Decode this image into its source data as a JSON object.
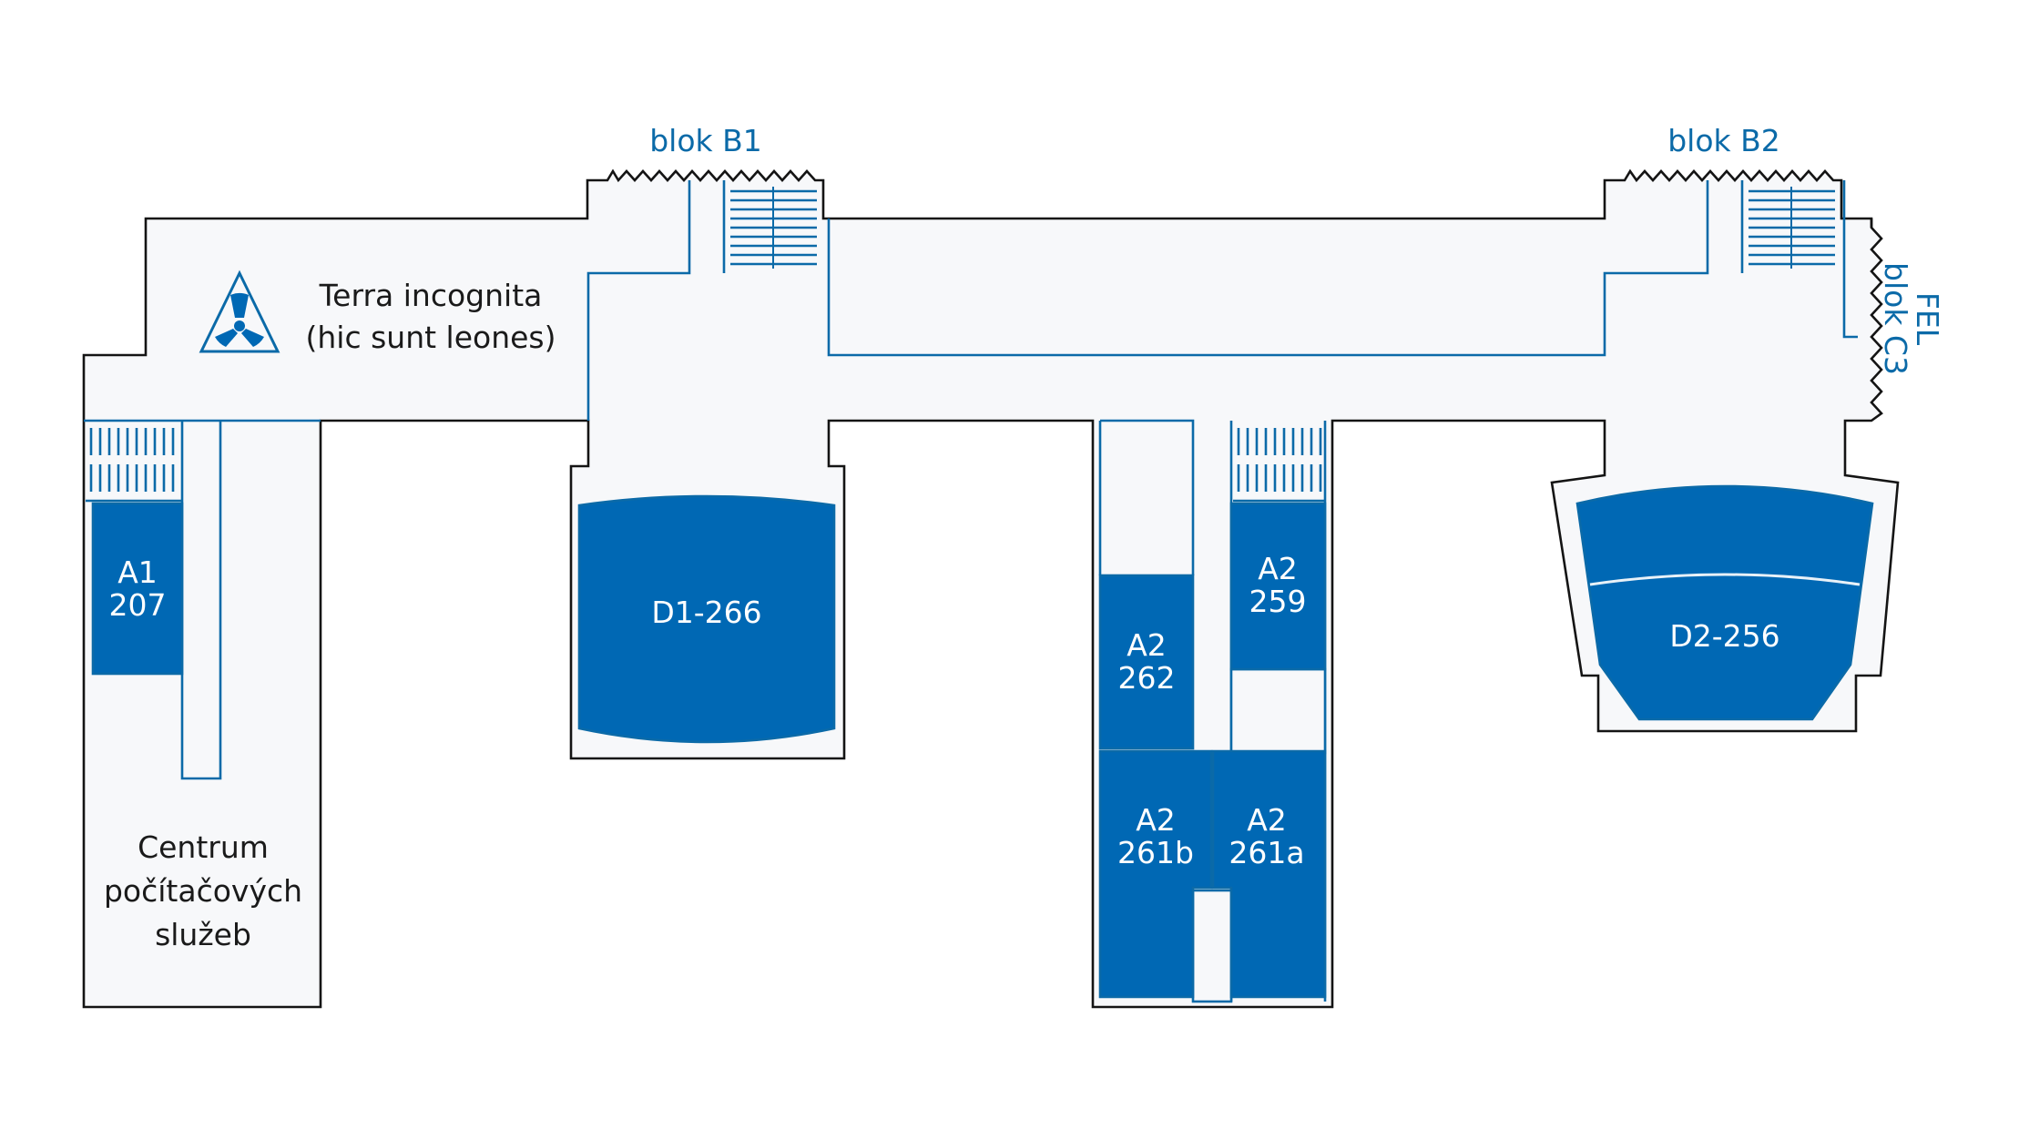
{
  "map": {
    "accent_color": "#0068b4",
    "line_color": "#0b6aa8",
    "wall_color": "#141414",
    "icon": "radiation-icon"
  },
  "blocks": {
    "b1": "blok B1",
    "b2": "blok B2",
    "c3_line1": "FEL",
    "c3_line2": "blok C3"
  },
  "areas": {
    "terra_line1": "Terra incognita",
    "terra_line2": "(hic sunt leones)",
    "centrum_line1": "Centrum",
    "centrum_line2": "počítačových",
    "centrum_line3": "služeb"
  },
  "rooms": {
    "a1_207": {
      "line1": "A1",
      "line2": "207"
    },
    "d1_266": {
      "line1": "D1-266"
    },
    "a2_262": {
      "line1": "A2",
      "line2": "262"
    },
    "a2_259": {
      "line1": "A2",
      "line2": "259"
    },
    "a2_261b": {
      "line1": "A2",
      "line2": "261b"
    },
    "a2_261a": {
      "line1": "A2",
      "line2": "261a"
    },
    "d2_256": {
      "line1": "D2-256"
    }
  }
}
